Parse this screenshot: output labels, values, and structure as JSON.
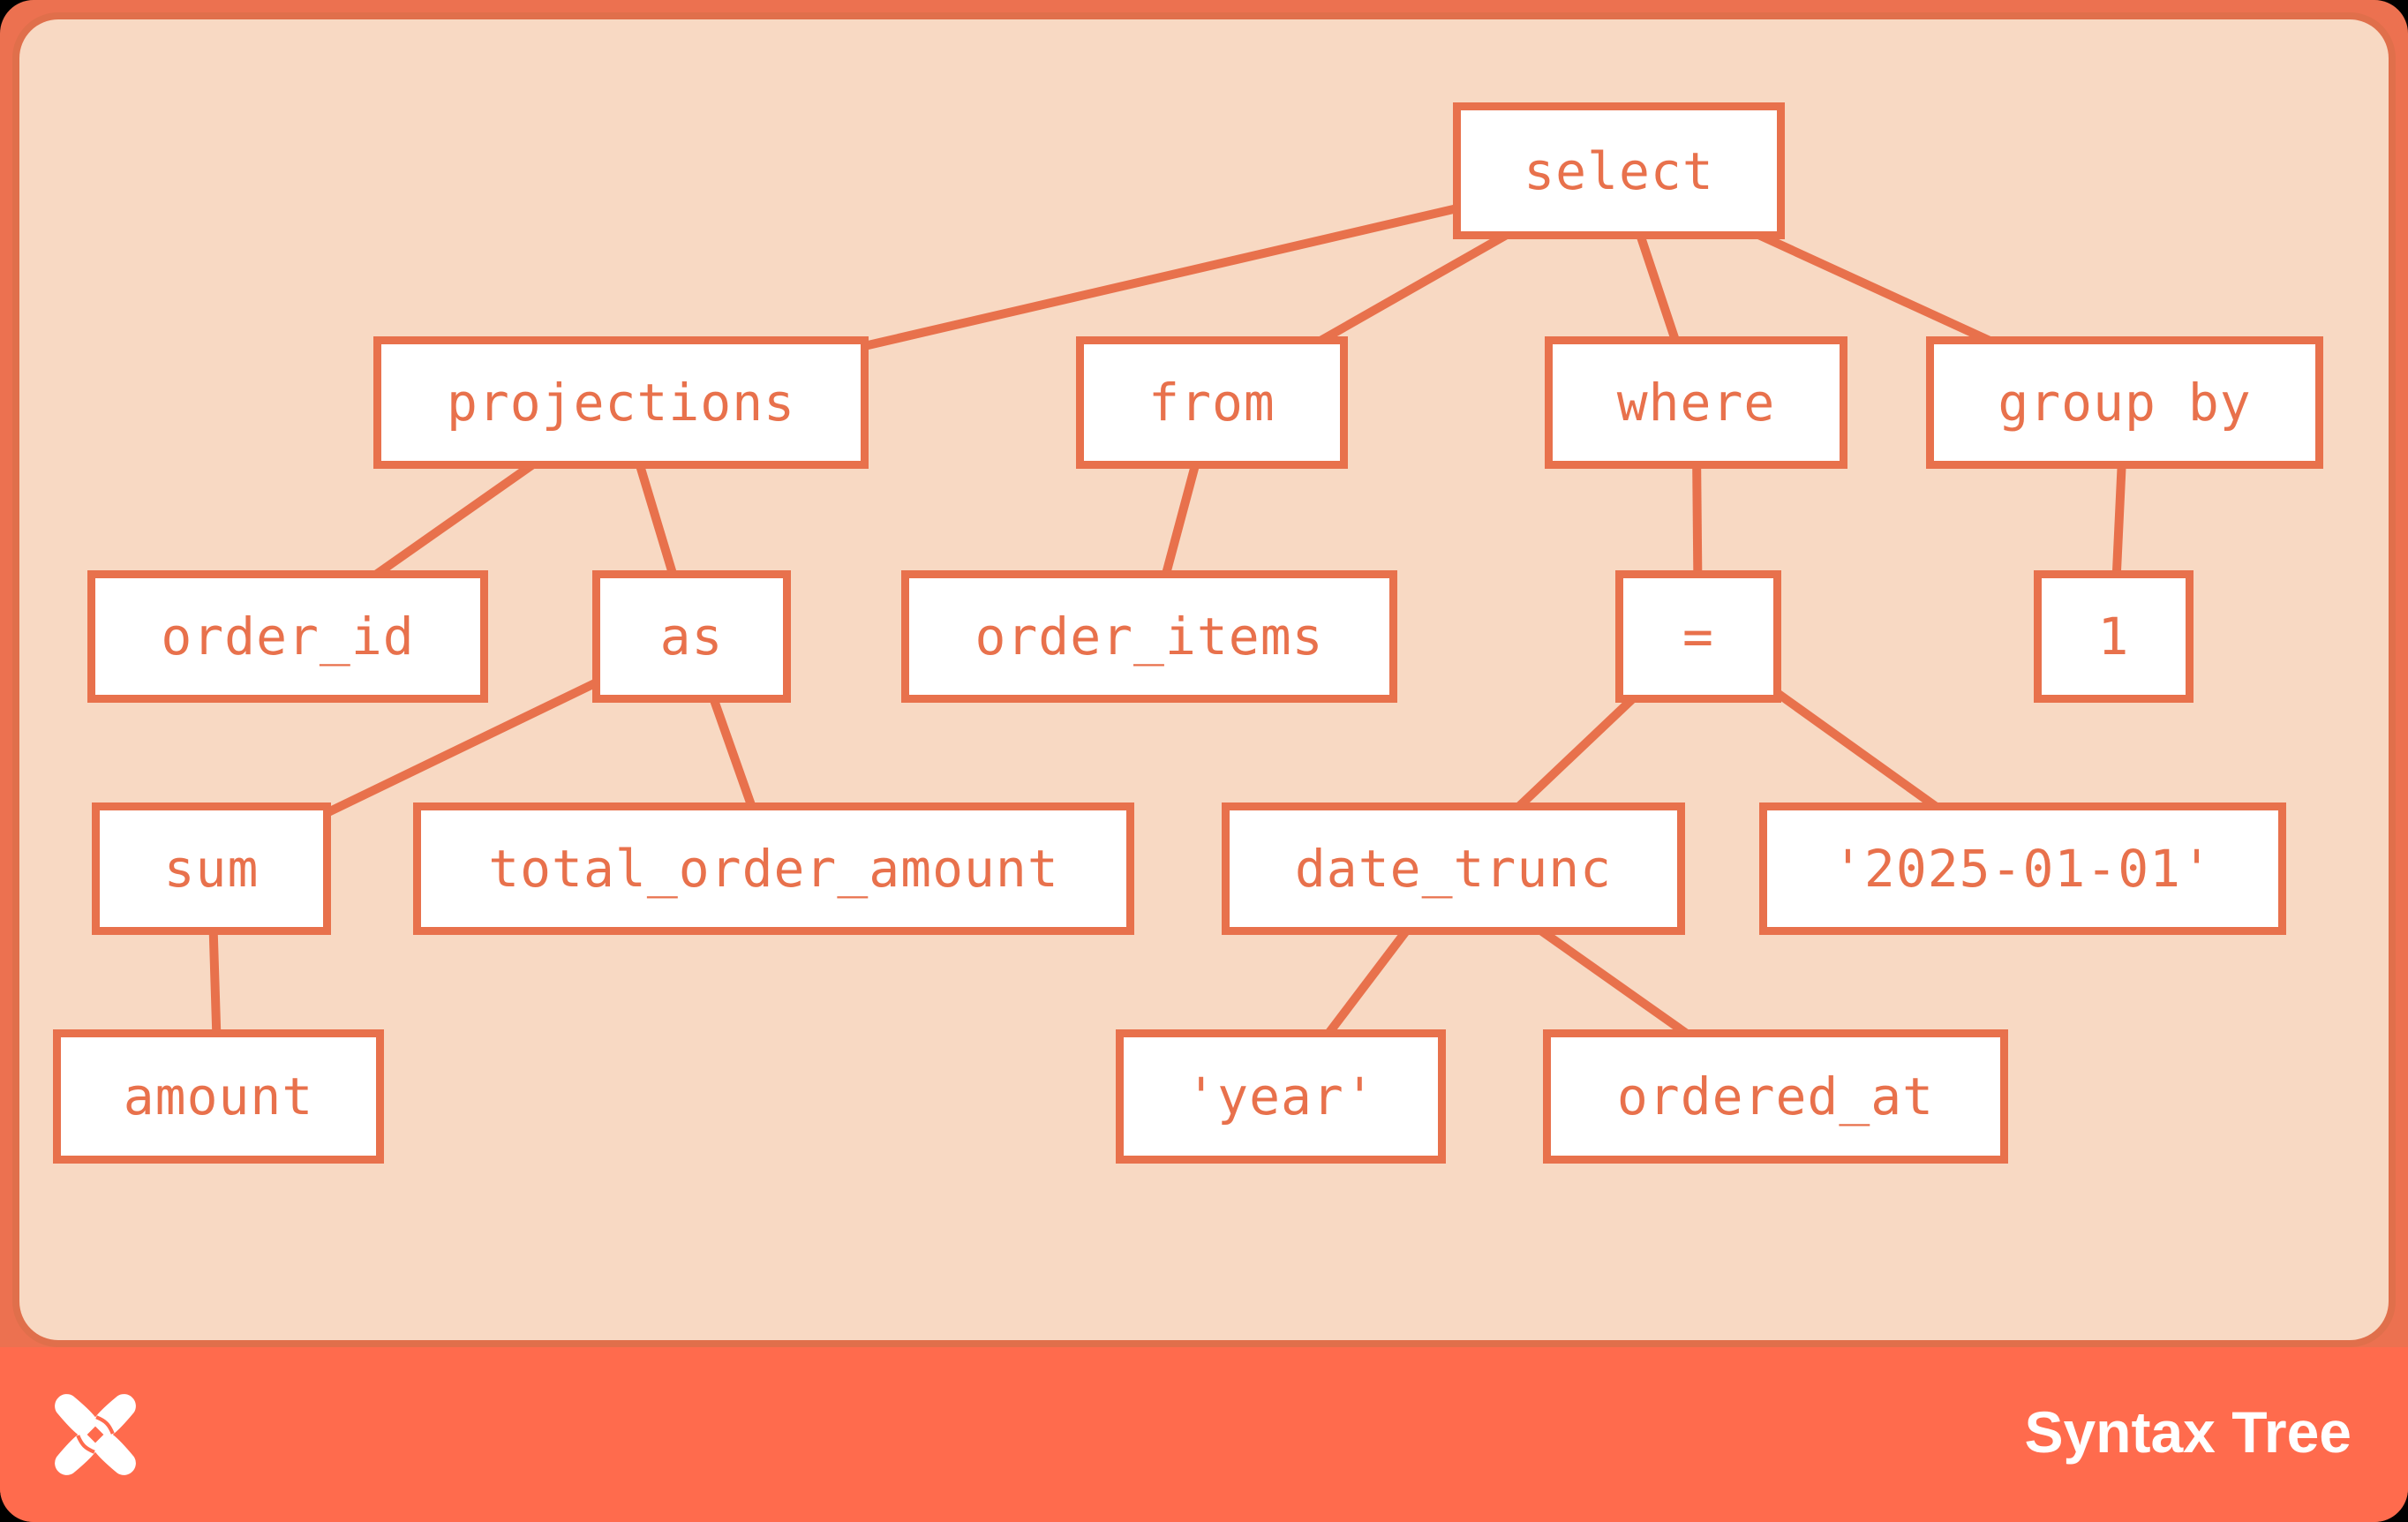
{
  "title": "Syntax Tree",
  "colors": {
    "frame": "#EC7150",
    "panel": "#F8D9C3",
    "node_fill": "#FFFFFF",
    "accent": "#E8714C",
    "panel_ring": "#E06F4B",
    "footer_bar": "#FF6B4D",
    "footer_text": "#FFFFFF"
  },
  "footer": {
    "brand_label": "Syntax Tree",
    "logo": "dbt-pinwheel-logo"
  },
  "tree": {
    "nodes": [
      {
        "id": "select",
        "label": "select"
      },
      {
        "id": "projections",
        "label": "projections"
      },
      {
        "id": "from",
        "label": "from"
      },
      {
        "id": "where",
        "label": "where"
      },
      {
        "id": "group_by",
        "label": "group by"
      },
      {
        "id": "order_id",
        "label": "order_id"
      },
      {
        "id": "as",
        "label": "as"
      },
      {
        "id": "order_items",
        "label": "order_items"
      },
      {
        "id": "eq",
        "label": "="
      },
      {
        "id": "one",
        "label": "1"
      },
      {
        "id": "sum",
        "label": "sum"
      },
      {
        "id": "total_order_amount",
        "label": "total_order_amount"
      },
      {
        "id": "date_trunc",
        "label": "date_trunc"
      },
      {
        "id": "date_literal",
        "label": "'2025-01-01'"
      },
      {
        "id": "amount",
        "label": "amount"
      },
      {
        "id": "year_literal",
        "label": "'year'"
      },
      {
        "id": "ordered_at",
        "label": "ordered_at"
      }
    ],
    "edges": [
      [
        "select",
        "projections"
      ],
      [
        "select",
        "from"
      ],
      [
        "select",
        "where"
      ],
      [
        "select",
        "group_by"
      ],
      [
        "projections",
        "order_id"
      ],
      [
        "projections",
        "as"
      ],
      [
        "from",
        "order_items"
      ],
      [
        "where",
        "eq"
      ],
      [
        "group_by",
        "one"
      ],
      [
        "as",
        "sum"
      ],
      [
        "as",
        "total_order_amount"
      ],
      [
        "eq",
        "date_trunc"
      ],
      [
        "eq",
        "date_literal"
      ],
      [
        "sum",
        "amount"
      ],
      [
        "date_trunc",
        "year_literal"
      ],
      [
        "date_trunc",
        "ordered_at"
      ]
    ]
  }
}
